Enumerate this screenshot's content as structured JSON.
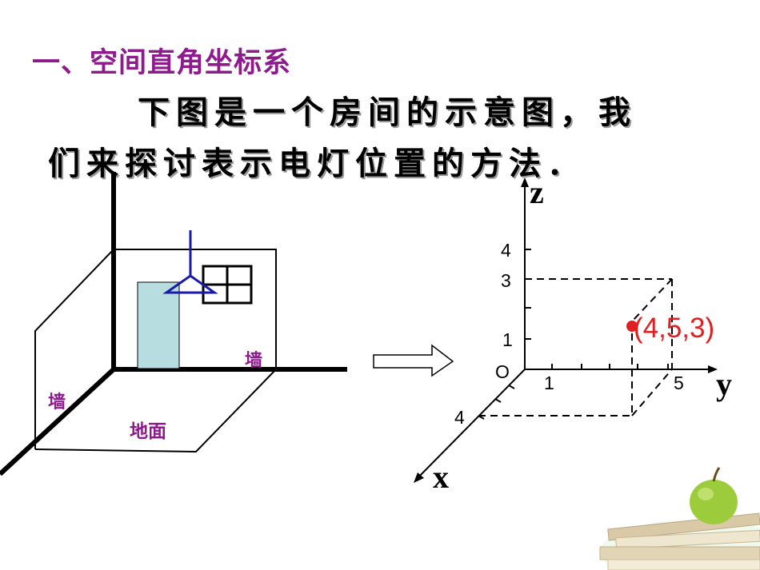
{
  "title": "一、空间直角坐标系",
  "paragraph": {
    "line1": "下图是一个房间的示意图，我",
    "line2": "们来探讨表示电灯位置的方法．"
  },
  "room": {
    "wall_right": "墙",
    "wall_left": "墙",
    "floor": "地面"
  },
  "coordinate_system": {
    "origin": "O",
    "x_axis": "x",
    "y_axis": "y",
    "z_axis": "z",
    "z_ticks": [
      "4",
      "3",
      "1"
    ],
    "y_ticks": [
      "1",
      "5"
    ],
    "x_ticks": [
      "4"
    ],
    "point_label": "(4,5,3)",
    "point_color": "#e02020"
  },
  "colors": {
    "title": "#8e1a8e",
    "lamp": "#1a1aa8",
    "door": "#b8dde0",
    "label": "#8e1a8e"
  }
}
